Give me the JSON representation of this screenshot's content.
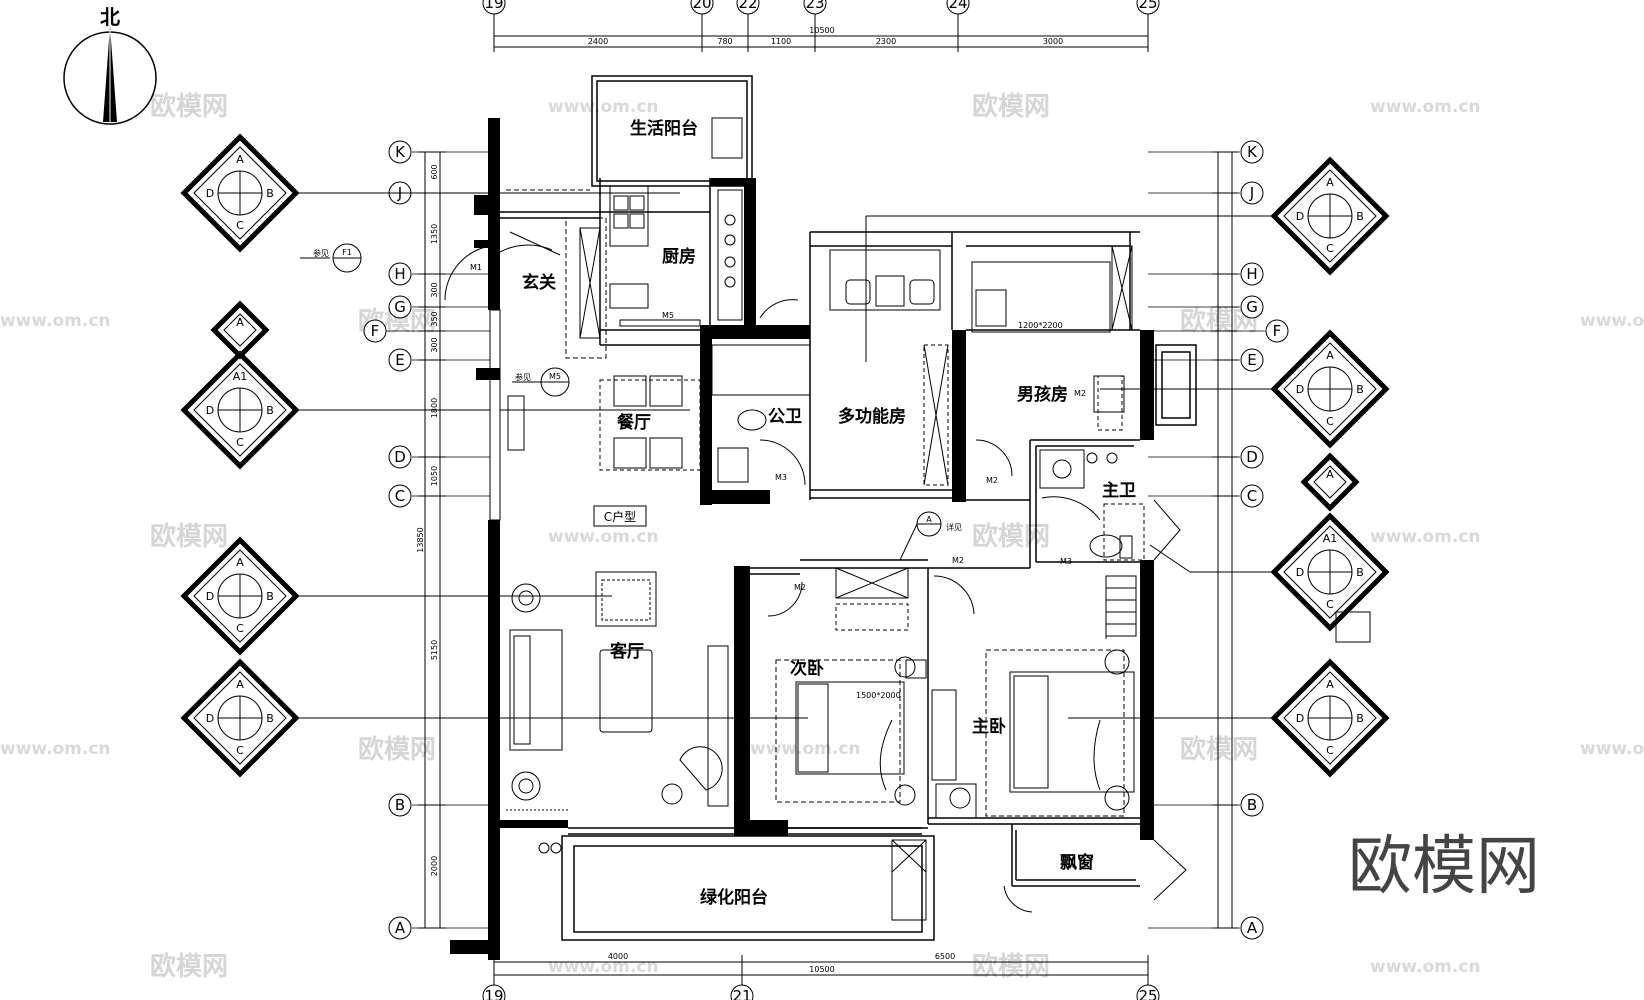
{
  "north_label": "北",
  "axes_top": [
    "19",
    "20",
    "22",
    "23",
    "24",
    "25"
  ],
  "axes_bottom": [
    "19",
    "21",
    "25"
  ],
  "axes_left": [
    "K",
    "J",
    "H",
    "G",
    "F",
    "E",
    "D",
    "C",
    "B",
    "A"
  ],
  "dims_top": [
    "2400",
    "780",
    "1100",
    "2300",
    "3000"
  ],
  "dim_top_total": "10500",
  "dims_bottom": [
    "4000",
    "6500"
  ],
  "dim_bottom_total": "10500",
  "dims_left": [
    "600",
    "1350",
    "300",
    "350",
    "300",
    "1800",
    "1050",
    "5150",
    "2000"
  ],
  "dim_left_total": "13850",
  "rooms": {
    "service_balcony": "生活阳台",
    "kitchen": "厨房",
    "foyer": "玄关",
    "dining": "餐厅",
    "public_bath": "公卫",
    "multi_room": "多功能房",
    "boys_room": "男孩房",
    "master_bath": "主卫",
    "unit_type": "C户型",
    "living": "客厅",
    "second_bed": "次卧",
    "master_bed": "主卧",
    "green_balcony": "绿化阳台",
    "bay_window": "飘窗"
  },
  "doors": [
    "M1",
    "M5",
    "M3",
    "M2",
    "M2",
    "M3",
    "M2",
    "M2"
  ],
  "bed_sizes": [
    "1200*2200",
    "1500*2000"
  ],
  "ref_label": "参见",
  "ref_codes": [
    "F1",
    "M5"
  ],
  "detail_tag": "详见",
  "elevation_symbols": [
    {
      "A": "A",
      "D": "D",
      "B": "B",
      "C": "C"
    },
    {
      "A": "A"
    },
    {
      "A": "A1",
      "D": "D",
      "B": "B",
      "C": "C"
    },
    {
      "A": "A",
      "D": "D",
      "B": "B",
      "C": "C"
    },
    {
      "A": "A",
      "D": "D",
      "B": "B",
      "C": "C"
    },
    {
      "A": "A",
      "D": "D",
      "B": "B",
      "C": "C"
    },
    {
      "A": "A",
      "D": "D",
      "B": "B",
      "C": "C"
    },
    {
      "A": "A"
    },
    {
      "A": "A1",
      "D": "D",
      "B": "B",
      "C": "C"
    },
    {
      "A": "A",
      "D": "D",
      "B": "B",
      "C": "C"
    }
  ],
  "watermark_cn": "欧模网",
  "watermark_url": "www.om.cn",
  "brand_text": "欧模网"
}
